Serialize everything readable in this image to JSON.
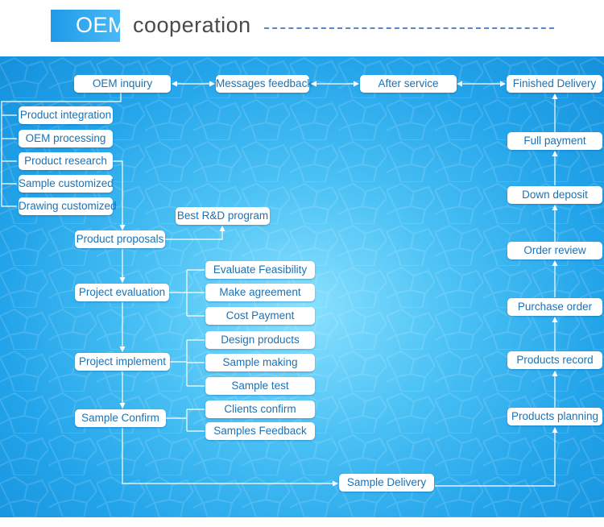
{
  "header": {
    "title_highlight": "OEM",
    "title_rest": " cooperation"
  },
  "colors": {
    "accent": "#1e9be8",
    "node_text": "#1b72b5",
    "background": "#23a4ea",
    "line": "#ffffff"
  },
  "nodes": {
    "oem_inquiry": "OEM inquiry",
    "messages_feedback": "Messages feedback",
    "after_service": "After service",
    "finished_delivery": "Finished Delivery",
    "product_integration": "Product integration",
    "oem_processing": "OEM processing",
    "product_research": "Product research",
    "sample_customized": "Sample customized",
    "drawing_customized": "Drawing customized",
    "best_rd_program": "Best R&D program",
    "product_proposals": "Product proposals",
    "project_evaluation": "Project evaluation",
    "evaluate_feasibility": "Evaluate Feasibility",
    "make_agreement": "Make agreement",
    "cost_payment": "Cost Payment",
    "project_implement": "Project implement",
    "design_products": "Design products",
    "sample_making": "Sample making",
    "sample_test": "Sample test",
    "sample_confirm": "Sample Confirm",
    "clients_confirm": "Clients confirm",
    "samples_feedback": "Samples Feedback",
    "sample_delivery": "Sample Delivery",
    "products_planning": "Products planning",
    "products_record": "Products record",
    "purchase_order": "Purchase order",
    "order_review": "Order review",
    "down_deposit": "Down deposit",
    "full_payment": "Full payment"
  }
}
